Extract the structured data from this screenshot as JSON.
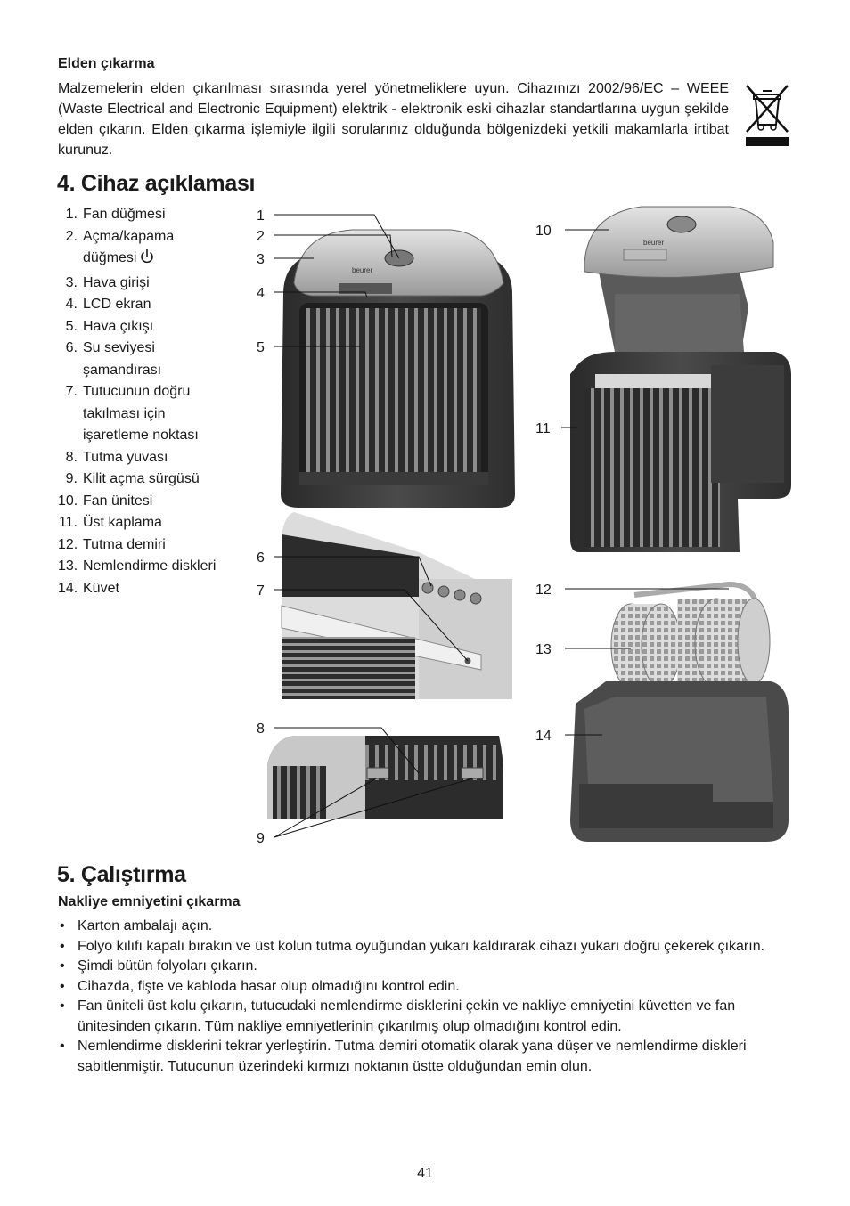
{
  "disposal": {
    "heading": "Elden çıkarma",
    "text": "Malzemelerin elden çıkarılması sırasında yerel yönetmeliklere uyun. Cihazınızı 2002/96/EC – WEEE (Waste Electrical and Electronic Equipment) elektrik - elektronik eski cihazlar standartlarına uygun şekilde elden çıkarın. Elden çıkarma işlemiyle ilgili sorularınız olduğunda bölgenizdeki yetkili makamlarla irtibat kurunuz.",
    "icon": "weee-crossed-bin-icon"
  },
  "section4": {
    "title": "4. Cihaz açıklaması",
    "parts": [
      {
        "num": "1.",
        "label": "Fan düğmesi"
      },
      {
        "num": "2.",
        "label": "Açma/kapama düğmesi"
      },
      {
        "num": "3.",
        "label": "Hava girişi"
      },
      {
        "num": "4.",
        "label": "LCD ekran"
      },
      {
        "num": "5.",
        "label": "Hava çıkışı"
      },
      {
        "num": "6.",
        "label": "Su seviyesi şamandırası"
      },
      {
        "num": "7.",
        "label": "Tutucunun doğru takılması için işaretleme noktası"
      },
      {
        "num": "8.",
        "label": "Tutma yuvası"
      },
      {
        "num": "9.",
        "label": "Kilit açma sürgüsü"
      },
      {
        "num": "10.",
        "label": "Fan ünitesi"
      },
      {
        "num": "11.",
        "label": "Üst kaplama"
      },
      {
        "num": "12.",
        "label": "Tutma demiri"
      },
      {
        "num": "13.",
        "label": "Nemlendirme diskleri"
      },
      {
        "num": "14.",
        "label": "Küvet"
      }
    ],
    "callouts": [
      "1",
      "2",
      "3",
      "4",
      "5",
      "6",
      "7",
      "8",
      "9",
      "10",
      "11",
      "12",
      "13",
      "14"
    ],
    "brand": "beurer"
  },
  "section5": {
    "title": "5. Çalıştırma",
    "subheading": "Nakliye emniyetini çıkarma",
    "bullets": [
      "Karton ambalajı açın.",
      "Folyo kılıfı kapalı bırakın ve üst kolun tutma oyuğundan yukarı kaldırarak cihazı yukarı doğru çekerek çıkarın.",
      "Şimdi bütün folyoları çıkarın.",
      "Cihazda, fişte ve kabloda hasar olup olmadığını kontrol edin.",
      "Fan üniteli üst kolu çıkarın, tutucudaki nemlendirme disklerini çekin ve nakliye emniyetini küvetten ve fan ünitesinden çıkarın. Tüm nakliye emniyetlerinin çıkarılmış olup olmadığını kontrol edin.",
      "Nemlendirme disklerini tekrar yerleştirin. Tutma demiri otomatik olarak yana düşer ve nemlendirme diskleri sabitlenmiştir. Tutucunun üzerindeki kırmızı noktanın üstte olduğundan emin olun."
    ]
  },
  "page_number": "41"
}
